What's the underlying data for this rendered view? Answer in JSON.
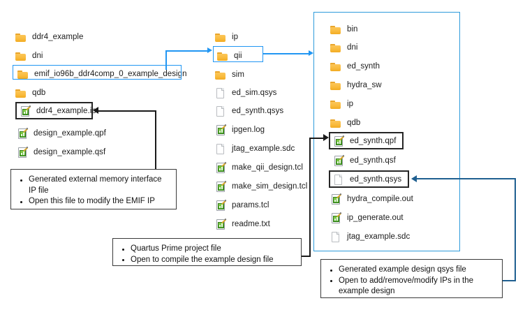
{
  "columns": {
    "left": {
      "name": "left-file-list",
      "items": [
        {
          "label": "ddr4_example",
          "icon": "folder-icon",
          "type": "folder"
        },
        {
          "label": "dni",
          "icon": "folder-icon",
          "type": "folder"
        },
        {
          "label": "emif_io96b_ddr4comp_0_example_design",
          "icon": "folder-icon",
          "type": "folder",
          "highlight": "blue"
        },
        {
          "label": "qdb",
          "icon": "folder-icon",
          "type": "folder"
        },
        {
          "label": "ddr4_example.ip",
          "icon": "chart-doc-icon",
          "type": "file",
          "highlight": "black"
        },
        {
          "label": "design_example.qpf",
          "icon": "chart-doc-icon",
          "type": "file"
        },
        {
          "label": "design_example.qsf",
          "icon": "chart-doc-icon",
          "type": "file"
        }
      ]
    },
    "middle": {
      "name": "middle-file-list",
      "items": [
        {
          "label": "ip",
          "icon": "folder-icon",
          "type": "folder"
        },
        {
          "label": "qii",
          "icon": "folder-icon",
          "type": "folder",
          "highlight": "blue"
        },
        {
          "label": "sim",
          "icon": "folder-icon",
          "type": "folder"
        },
        {
          "label": "ed_sim.qsys",
          "icon": "page-icon",
          "type": "file"
        },
        {
          "label": "ed_synth.qsys",
          "icon": "page-icon",
          "type": "file"
        },
        {
          "label": "ipgen.log",
          "icon": "chart-doc-icon",
          "type": "file"
        },
        {
          "label": "jtag_example.sdc",
          "icon": "page-icon",
          "type": "file"
        },
        {
          "label": "make_qii_design.tcl",
          "icon": "chart-doc-icon",
          "type": "file"
        },
        {
          "label": "make_sim_design.tcl",
          "icon": "chart-doc-icon",
          "type": "file"
        },
        {
          "label": "params.tcl",
          "icon": "chart-doc-icon",
          "type": "file"
        },
        {
          "label": "readme.txt",
          "icon": "chart-doc-icon",
          "type": "file"
        }
      ]
    },
    "right": {
      "name": "right-file-list",
      "items": [
        {
          "label": "bin",
          "icon": "folder-icon",
          "type": "folder"
        },
        {
          "label": "dni",
          "icon": "folder-icon",
          "type": "folder"
        },
        {
          "label": "ed_synth",
          "icon": "folder-icon",
          "type": "folder"
        },
        {
          "label": "hydra_sw",
          "icon": "folder-icon",
          "type": "folder"
        },
        {
          "label": "ip",
          "icon": "folder-icon",
          "type": "folder"
        },
        {
          "label": "qdb",
          "icon": "folder-icon",
          "type": "folder"
        },
        {
          "label": "ed_synth.qpf",
          "icon": "chart-doc-icon",
          "type": "file",
          "highlight": "black"
        },
        {
          "label": "ed_synth.qsf",
          "icon": "chart-doc-icon",
          "type": "file"
        },
        {
          "label": "ed_synth.qsys",
          "icon": "page-icon",
          "type": "file",
          "highlight": "black"
        },
        {
          "label": "hydra_compile.out",
          "icon": "chart-doc-icon",
          "type": "file"
        },
        {
          "label": "ip_generate.out",
          "icon": "chart-doc-icon",
          "type": "file"
        },
        {
          "label": "jtag_example.sdc",
          "icon": "page-icon",
          "type": "file"
        }
      ]
    }
  },
  "callouts": [
    {
      "name": "callout-emif-ip",
      "lines": [
        "Generated external memory interface IP file",
        "Open this file to modify the EMIF IP"
      ]
    },
    {
      "name": "callout-quartus-project",
      "lines": [
        "Quartus Prime project file",
        "Open to compile the example design file"
      ]
    },
    {
      "name": "callout-qsys-file",
      "lines": [
        "Generated example design qsys file",
        "Open to add/remove/modify IPs in the example design"
      ]
    }
  ],
  "colors": {
    "highlight_blue": "#2196f3",
    "container_blue": "#2e9bdb",
    "connector_dark_blue": "#1f5f90",
    "connector_black": "#1a1a1a",
    "folder_yellow": "#f9bb3e",
    "chart_green": "#49a828"
  }
}
